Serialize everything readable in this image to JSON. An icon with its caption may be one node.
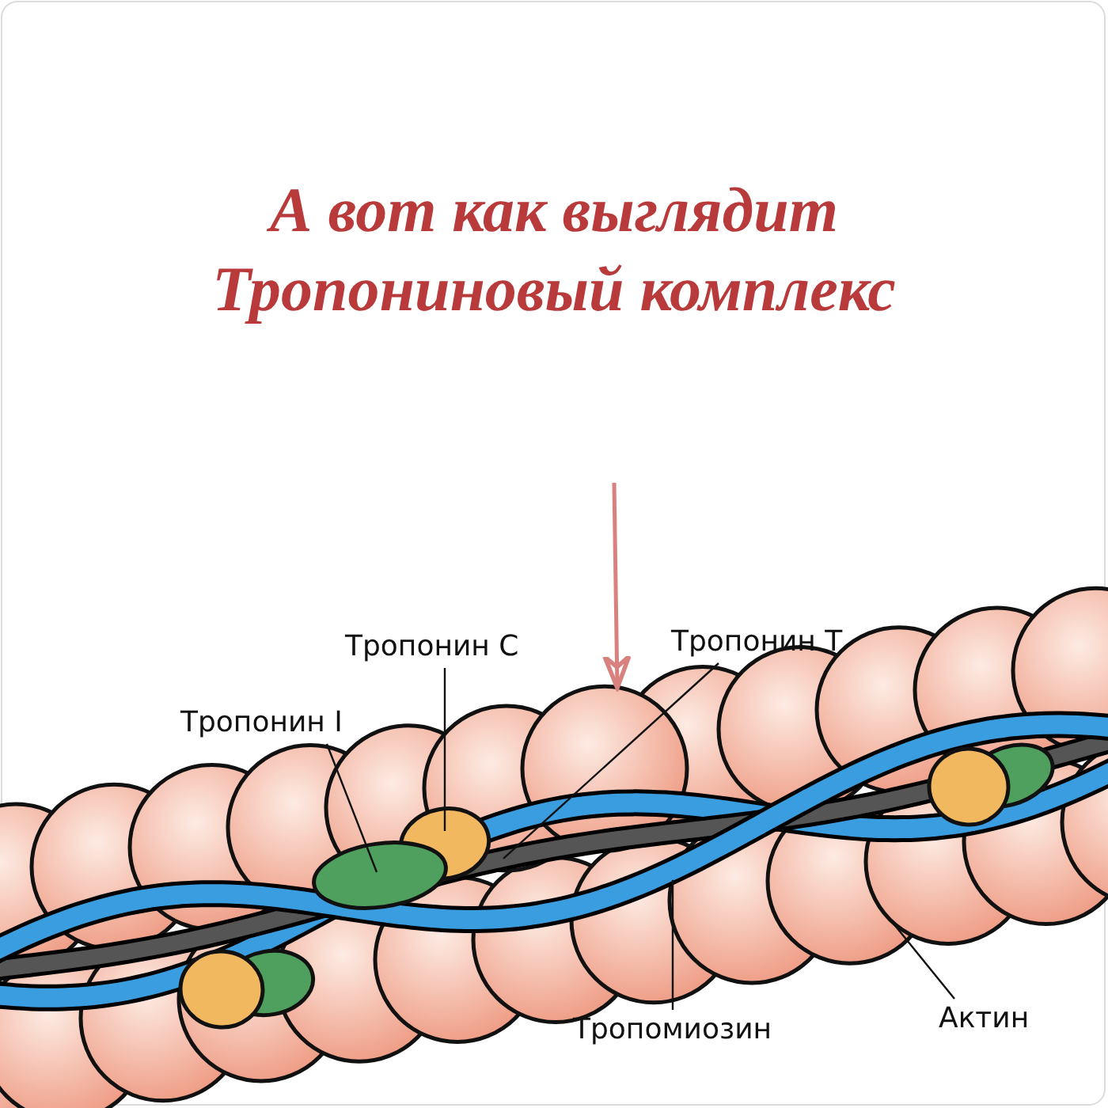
{
  "diagram": {
    "title": "А вот как выглядит Тропониновый комплекс",
    "nodes": [
      {
        "text": [
          "Тропонин C"
        ]
      },
      {
        "text": [
          "Тропонин I"
        ]
      },
      {
        "text": [
          "Тропонин T"
        ]
      },
      {
        "text": [
          "Тропомиозин"
        ]
      },
      {
        "text": [
          "Актин"
        ]
      },
      {
        "text": [],
        "shape": "circle"
      }
    ],
    "edges": [
      {
        "from": 0,
        "to": null,
        "arrow": "none"
      },
      {
        "from": 1,
        "to": null,
        "arrow": "none"
      },
      {
        "from": 2,
        "to": null,
        "arrow": "none"
      },
      {
        "from": 3,
        "to": null,
        "arrow": "none"
      },
      {
        "from": 4,
        "to": null,
        "arrow": "none"
      },
      {
        "from": null,
        "to": 5,
        "arrow": "to",
        "color": "#d9817f"
      }
    ]
  }
}
